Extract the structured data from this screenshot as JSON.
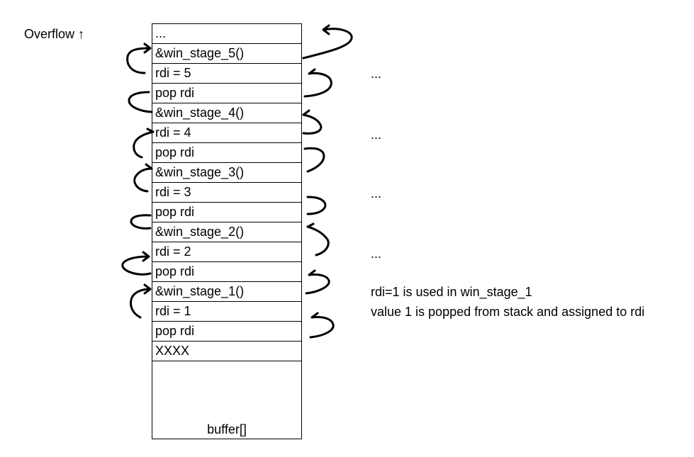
{
  "overflow_label": "Overflow ↑",
  "stack": {
    "cells": [
      {
        "label": "..."
      },
      {
        "label": "&win_stage_5()"
      },
      {
        "label": "rdi = 5"
      },
      {
        "label": "pop rdi"
      },
      {
        "label": "&win_stage_4()"
      },
      {
        "label": "rdi = 4"
      },
      {
        "label": "pop rdi"
      },
      {
        "label": "&win_stage_3()"
      },
      {
        "label": "rdi = 3"
      },
      {
        "label": "pop rdi"
      },
      {
        "label": "&win_stage_2()"
      },
      {
        "label": "rdi = 2"
      },
      {
        "label": "pop rdi"
      },
      {
        "label": "&win_stage_1()"
      },
      {
        "label": "rdi = 1"
      },
      {
        "label": "pop rdi"
      },
      {
        "label": "XXXX"
      }
    ],
    "buffer_label": "buffer[]"
  },
  "notes": {
    "ellipsis_5": "...",
    "ellipsis_4": "...",
    "ellipsis_3": "...",
    "ellipsis_2": "...",
    "stage1_line1": "rdi=1 is used in win_stage_1",
    "stage1_line2": "value 1 is popped from stack and assigned to rdi"
  }
}
